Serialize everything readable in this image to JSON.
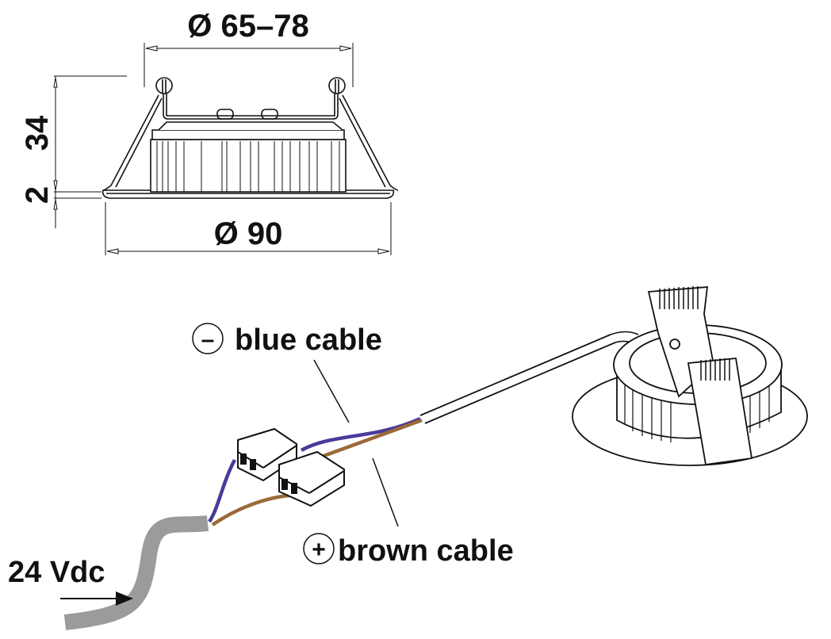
{
  "dimensions": {
    "top_width": "Ø 65–78",
    "bottom_width": "Ø 90",
    "height": "34",
    "flange": "2"
  },
  "wiring": {
    "negative_symbol": "–",
    "negative_label": "blue cable",
    "positive_symbol": "+",
    "positive_label": "brown cable",
    "input_label": "24 Vdc"
  },
  "colors": {
    "blue_wire": "#4a3a9a",
    "brown_wire": "#9a6a38",
    "sheath": "#9b9b9b",
    "line": "#111111"
  }
}
